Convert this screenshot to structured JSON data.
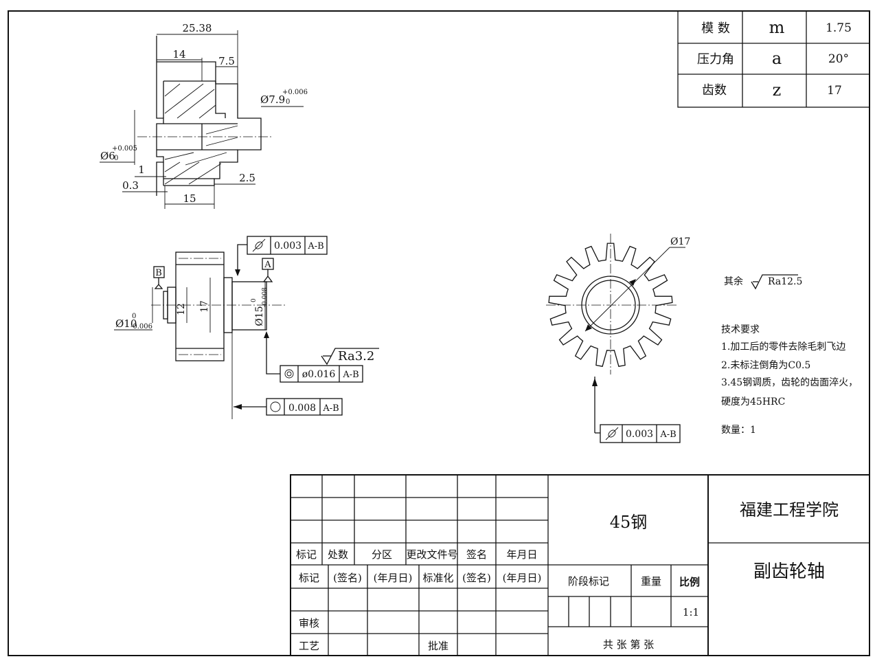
{
  "gear_params": [
    {
      "name": "模  数",
      "symbol": "m",
      "value": "1.75"
    },
    {
      "name": "压力角",
      "symbol": "a",
      "value": "20°"
    },
    {
      "name": "齿数",
      "symbol": "z",
      "value": "17"
    }
  ],
  "top_view": {
    "dim_total": "25.38",
    "dim_14": "14",
    "dim_7_5": "7.5",
    "dia_79": "Ø7.9",
    "dia_79_tol_up": "+0.006",
    "dia_79_tol_lo": "0",
    "dia_6": "Ø6",
    "dia_6_tol_up": "+0.005",
    "dia_6_tol_lo": "0",
    "dim_1": "1",
    "dim_0_3": "0.3",
    "dim_2_5": "2.5",
    "dim_15": "15"
  },
  "side_view": {
    "datum_b": "B",
    "datum_a": "A",
    "dim_12": "12",
    "dim_17": "17",
    "dia_15": "Ø15",
    "dia_15_tol_up": "0",
    "dia_15_tol_lo": "-0.008",
    "dia_10": "Ø10",
    "dia_10_tol_up": "0",
    "dia_10_tol_lo": "-0.006",
    "fcf1_value": "0.003",
    "fcf1_datum": "A-B",
    "fcf2_value": "ø0.016",
    "fcf2_datum": "A-B",
    "fcf3_value": "0.008",
    "fcf3_datum": "A-B",
    "roughness": "Ra3.2"
  },
  "gear_view": {
    "dia_17": "Ø17",
    "fcf_value": "0.003",
    "fcf_datum": "A-B"
  },
  "notes": {
    "other_roughness": "其余",
    "other_ra": "Ra12.5",
    "title": "技术要求",
    "line1": "1.加工后的零件去除毛刺飞边",
    "line2": "2.未标注倒角为C0.5",
    "line3": "3.45钢调质，齿轮的齿面淬火，",
    "line4": "硬度为45HRC",
    "quantity": "数量：1"
  },
  "title_block": {
    "rev_headers": [
      "标记",
      "处数",
      "分区",
      "更改文件号",
      "签名",
      "年月日"
    ],
    "sign_headers": [
      "标记",
      "(签名)",
      "(年月日)",
      "标准化",
      "(签名)",
      "(年月日)"
    ],
    "review": "审核",
    "process": "工艺",
    "approve": "批准",
    "material": "45钢",
    "stage": "阶段标记",
    "weight": "重量",
    "scale_label": "比例",
    "scale": "1:1",
    "sheets": "共  张 第  张",
    "school": "福建工程学院",
    "part_name": "副齿轮轴"
  }
}
